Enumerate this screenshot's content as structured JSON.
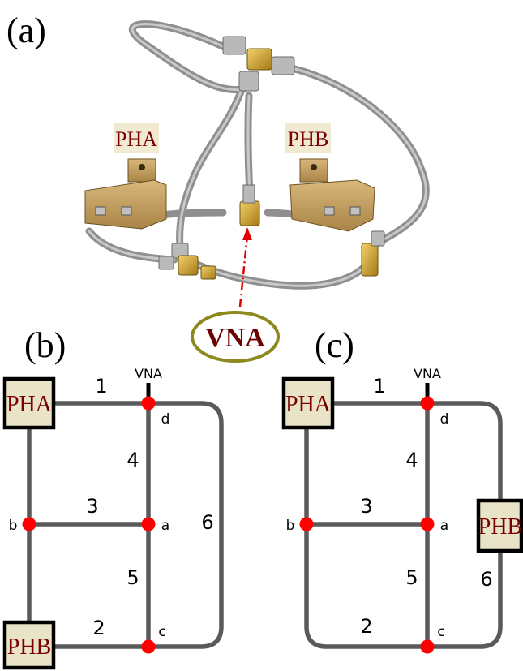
{
  "panels": {
    "a": {
      "label": "(a)",
      "pha_label": "PHA",
      "phb_label": "PHB",
      "vna_label": "VNA"
    },
    "b": {
      "label": "(b)",
      "pha_label": "PHA",
      "phb_label": "PHB",
      "vna_label": "VNA",
      "edges": [
        "1",
        "2",
        "3",
        "4",
        "5",
        "6"
      ],
      "nodes": [
        "a",
        "b",
        "c",
        "d"
      ]
    },
    "c": {
      "label": "(c)",
      "pha_label": "PHA",
      "phb_label": "PHB",
      "vna_label": "VNA",
      "edges": [
        "1",
        "2",
        "3",
        "4",
        "5",
        "6"
      ],
      "nodes": [
        "a",
        "b",
        "c",
        "d"
      ]
    }
  },
  "colors": {
    "wire": "#5a5a5a",
    "node": "#ff0000",
    "box_fill": "#e9e3c7",
    "box_border": "#000000",
    "label_text": "#7a0000",
    "vna_ellipse_border": "#8c8a1e",
    "arrow": "#e00000"
  }
}
